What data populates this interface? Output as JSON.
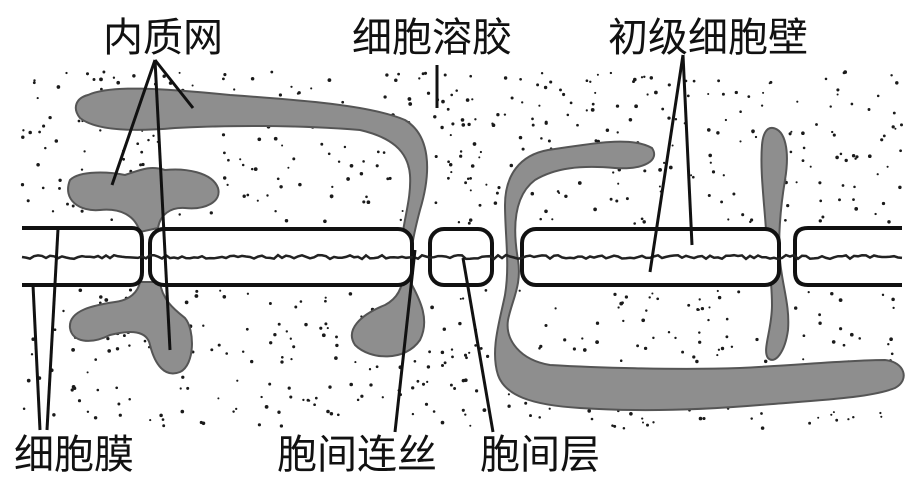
{
  "labels": {
    "er": "内质网",
    "cytosol": "细胞溶胶",
    "primary_wall": "初级细胞壁",
    "membrane": "细胞膜",
    "plasmodesma": "胞间连丝",
    "middle_lamella": "胞间层"
  },
  "colors": {
    "er_fill": "#8e8e8e",
    "er_stroke": "#555555",
    "line": "#111111",
    "dots": "#1a1a1a"
  }
}
